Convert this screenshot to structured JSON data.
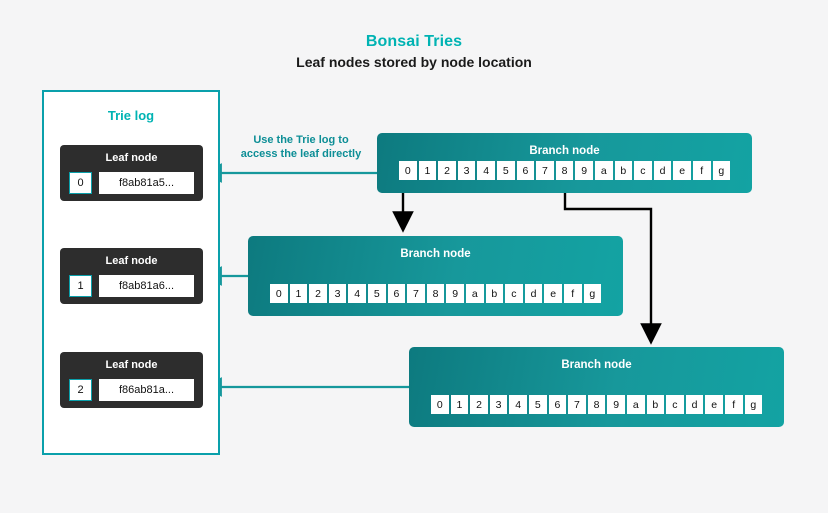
{
  "header": {
    "title": "Bonsai Tries",
    "subtitle": "Leaf nodes stored by node location"
  },
  "colors": {
    "background": "#f5f5f6",
    "accent_teal": "#00b3b3",
    "border_teal": "#0aa0ab",
    "annotation_teal": "#0d8e96",
    "leaf_bg": "#2d2d2d",
    "branch_gradient_start": "#0d7a7f",
    "branch_gradient_end": "#13a3a3",
    "arrow_black": "#000000"
  },
  "trie_log": {
    "title": "Trie log",
    "leaf_nodes": [
      {
        "title": "Leaf node",
        "index": "0",
        "hash": "f8ab81a5..."
      },
      {
        "title": "Leaf node",
        "index": "1",
        "hash": "f8ab81a6..."
      },
      {
        "title": "Leaf node",
        "index": "2",
        "hash": "f86ab81a..."
      }
    ]
  },
  "annotation": {
    "line1": "Use the Trie log to",
    "line2": "access the leaf directly"
  },
  "branch_nodes": [
    {
      "title": "Branch node",
      "cells": [
        "0",
        "1",
        "2",
        "3",
        "4",
        "5",
        "6",
        "7",
        "8",
        "9",
        "a",
        "b",
        "c",
        "d",
        "e",
        "f",
        "g"
      ],
      "outgoing_cells": [
        "0",
        "8"
      ]
    },
    {
      "title": "Branch node",
      "cells": [
        "0",
        "1",
        "2",
        "3",
        "4",
        "5",
        "6",
        "7",
        "8",
        "9",
        "a",
        "b",
        "c",
        "d",
        "e",
        "f",
        "g"
      ],
      "outgoing_cells": []
    },
    {
      "title": "Branch node",
      "cells": [
        "0",
        "1",
        "2",
        "3",
        "4",
        "5",
        "6",
        "7",
        "8",
        "9",
        "a",
        "b",
        "c",
        "d",
        "e",
        "f",
        "g"
      ],
      "outgoing_cells": []
    }
  ]
}
